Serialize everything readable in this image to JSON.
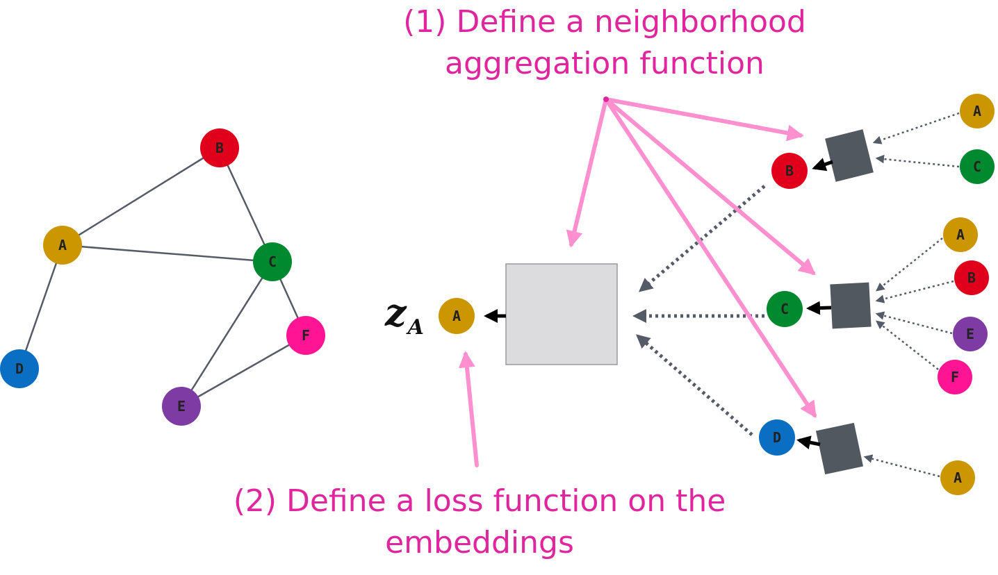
{
  "captions": {
    "step1_line1": "(1) Define a neighborhood",
    "step1_line2": "aggregation function",
    "step2_line1": "(2) Define a loss function on the",
    "step2_line2": "embeddings"
  },
  "embedding_label": {
    "symbol": "z",
    "subscript": "A"
  },
  "colors": {
    "A": "#cc9600",
    "B": "#e0001b",
    "C": "#00892e",
    "D": "#0a6fc2",
    "E": "#7d3ba3",
    "F": "#ff1493",
    "accent_pink": "#ff8fcf",
    "caption_pink": "#e0259f",
    "edge": "#555b66",
    "aggregator_dark": "#525860",
    "aggregator_light": "#dcdcde"
  },
  "input_graph": {
    "nodes": [
      "A",
      "B",
      "C",
      "D",
      "E",
      "F"
    ],
    "edges": [
      [
        "A",
        "B"
      ],
      [
        "A",
        "C"
      ],
      [
        "B",
        "C"
      ],
      [
        "A",
        "D"
      ],
      [
        "C",
        "E"
      ],
      [
        "C",
        "F"
      ],
      [
        "E",
        "F"
      ]
    ]
  },
  "computation_graph": {
    "target": "A",
    "layer1": [
      {
        "node": "B",
        "neighbors": [
          "A",
          "C"
        ]
      },
      {
        "node": "C",
        "neighbors": [
          "A",
          "B",
          "E",
          "F"
        ]
      },
      {
        "node": "D",
        "neighbors": [
          "A"
        ]
      }
    ]
  }
}
